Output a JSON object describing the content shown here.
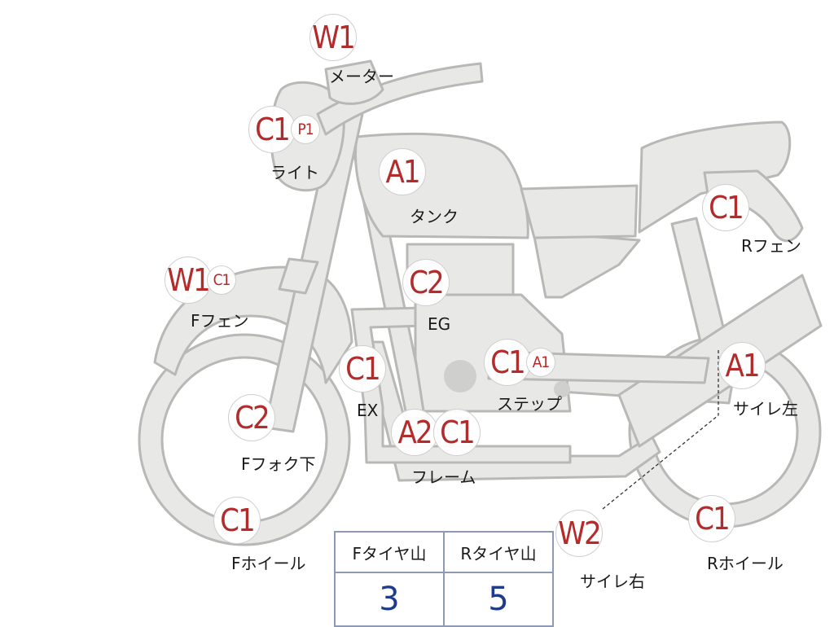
{
  "parts": [
    {
      "id": "meter",
      "codes": [
        "W1"
      ],
      "label": "メーター"
    },
    {
      "id": "light",
      "codes": [
        "C1",
        "P1"
      ],
      "label": "ライト"
    },
    {
      "id": "tank",
      "codes": [
        "A1"
      ],
      "label": "タンク"
    },
    {
      "id": "r-fender",
      "codes": [
        "C1"
      ],
      "label": "Rフェン"
    },
    {
      "id": "f-fender",
      "codes": [
        "W1",
        "C1"
      ],
      "label": "Fフェン"
    },
    {
      "id": "engine",
      "codes": [
        "C2"
      ],
      "label": "EG"
    },
    {
      "id": "exhaust",
      "codes": [
        "C1"
      ],
      "label": "EX"
    },
    {
      "id": "step",
      "codes": [
        "C1",
        "A1"
      ],
      "label": "ステップ"
    },
    {
      "id": "muffler-left",
      "codes": [
        "A1"
      ],
      "label": "サイレ左"
    },
    {
      "id": "f-fork-lower",
      "codes": [
        "C2"
      ],
      "label": "Fフォク下"
    },
    {
      "id": "frame",
      "codes": [
        "A2",
        "C1"
      ],
      "label": "フレーム"
    },
    {
      "id": "f-wheel",
      "codes": [
        "C1"
      ],
      "label": "Fホイール"
    },
    {
      "id": "muffler-right",
      "codes": [
        "W2"
      ],
      "label": "サイレ右"
    },
    {
      "id": "r-wheel",
      "codes": [
        "C1"
      ],
      "label": "Rホイール"
    }
  ],
  "tread_table": {
    "headers": [
      "Fタイヤ山",
      "Rタイヤ山"
    ],
    "values": [
      "3",
      "5"
    ]
  }
}
